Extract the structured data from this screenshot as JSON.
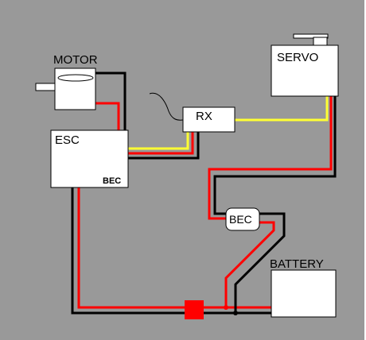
{
  "diagram": {
    "labels": {
      "motor": "MOTOR",
      "servo": "SERVO",
      "rx": "RX",
      "esc": "ESC",
      "esc_bec": "BEC",
      "bec": "BEC",
      "battery": "BATTERY"
    },
    "colors": {
      "background": "#999999",
      "box_fill": "#ffffff",
      "wire_positive": "#ff0000",
      "wire_negative": "#000000",
      "wire_signal": "#ffff33",
      "fuse": "#ff0000"
    }
  }
}
